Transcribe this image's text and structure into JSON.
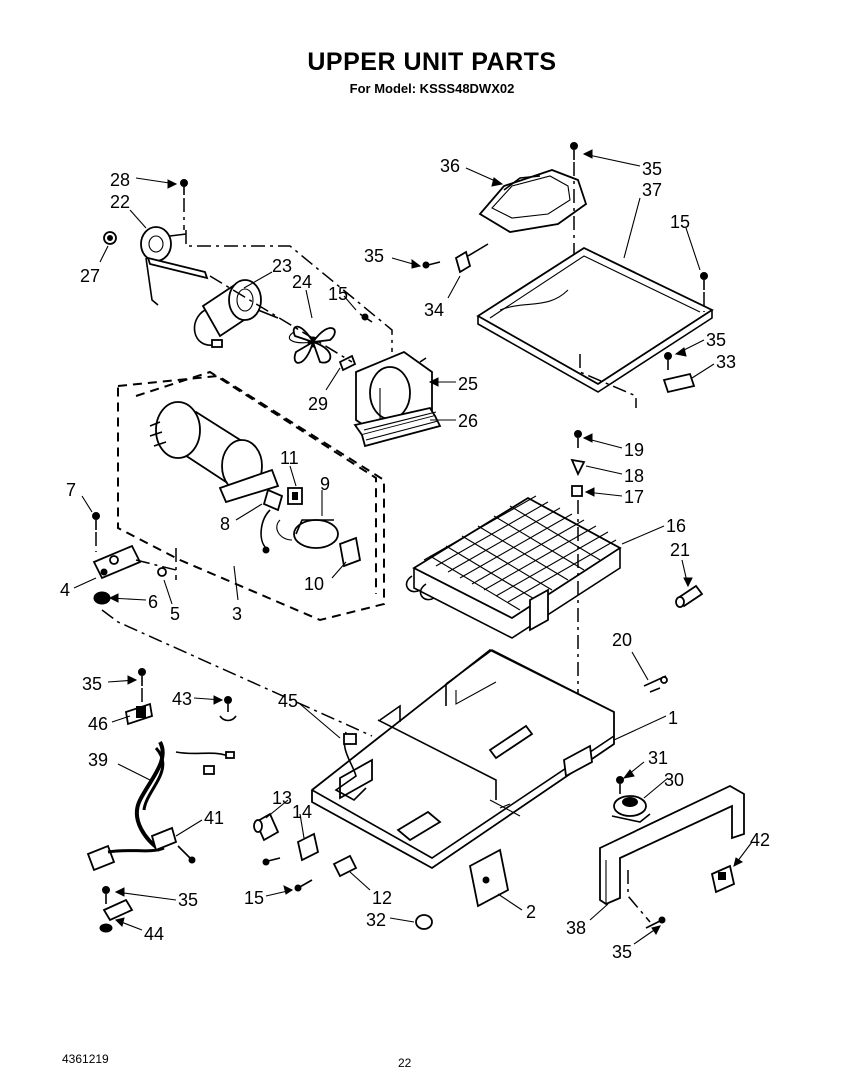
{
  "header": {
    "title": "UPPER UNIT PARTS",
    "subtitle": "For Model: KSSS48DWX02"
  },
  "footer": {
    "doc_number": "4361219",
    "page_number": "22"
  },
  "callouts": [
    {
      "id": "c28",
      "label": "28"
    },
    {
      "id": "c22",
      "label": "22"
    },
    {
      "id": "c27",
      "label": "27"
    },
    {
      "id": "c23",
      "label": "23"
    },
    {
      "id": "c24",
      "label": "24"
    },
    {
      "id": "c15a",
      "label": "15"
    },
    {
      "id": "c29",
      "label": "29"
    },
    {
      "id": "c25",
      "label": "25"
    },
    {
      "id": "c26",
      "label": "26"
    },
    {
      "id": "c36",
      "label": "36"
    },
    {
      "id": "c35a",
      "label": "35"
    },
    {
      "id": "c37",
      "label": "37"
    },
    {
      "id": "c15b",
      "label": "15"
    },
    {
      "id": "c35b",
      "label": "35"
    },
    {
      "id": "c34",
      "label": "34"
    },
    {
      "id": "c35c",
      "label": "35"
    },
    {
      "id": "c33",
      "label": "33"
    },
    {
      "id": "c11",
      "label": "11"
    },
    {
      "id": "c7",
      "label": "7"
    },
    {
      "id": "c9",
      "label": "9"
    },
    {
      "id": "c8",
      "label": "8"
    },
    {
      "id": "c4",
      "label": "4"
    },
    {
      "id": "c6",
      "label": "6"
    },
    {
      "id": "c5",
      "label": "5"
    },
    {
      "id": "c3",
      "label": "3"
    },
    {
      "id": "c10",
      "label": "10"
    },
    {
      "id": "c19",
      "label": "19"
    },
    {
      "id": "c18",
      "label": "18"
    },
    {
      "id": "c17",
      "label": "17"
    },
    {
      "id": "c16",
      "label": "16"
    },
    {
      "id": "c21",
      "label": "21"
    },
    {
      "id": "c20",
      "label": "20"
    },
    {
      "id": "c1",
      "label": "1"
    },
    {
      "id": "c35d",
      "label": "35"
    },
    {
      "id": "c43",
      "label": "43"
    },
    {
      "id": "c46",
      "label": "46"
    },
    {
      "id": "c45",
      "label": "45"
    },
    {
      "id": "c39",
      "label": "39"
    },
    {
      "id": "c41",
      "label": "41"
    },
    {
      "id": "c13",
      "label": "13"
    },
    {
      "id": "c14",
      "label": "14"
    },
    {
      "id": "c31",
      "label": "31"
    },
    {
      "id": "c30",
      "label": "30"
    },
    {
      "id": "c42",
      "label": "42"
    },
    {
      "id": "c15c",
      "label": "15"
    },
    {
      "id": "c12",
      "label": "12"
    },
    {
      "id": "c2",
      "label": "2"
    },
    {
      "id": "c32",
      "label": "32"
    },
    {
      "id": "c35e",
      "label": "35"
    },
    {
      "id": "c44",
      "label": "44"
    },
    {
      "id": "c38",
      "label": "38"
    },
    {
      "id": "c35f",
      "label": "35"
    }
  ]
}
